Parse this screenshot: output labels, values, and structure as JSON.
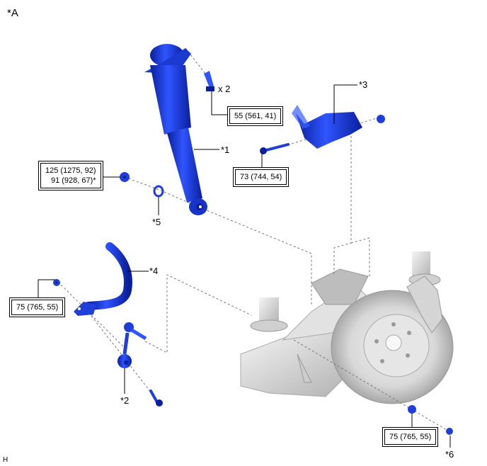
{
  "figure_label": "*A",
  "footer_code": "H",
  "colors": {
    "part_blue": "#1f3fd8",
    "part_dark": "#0a1f9c",
    "line": "#000000",
    "dash": "#777777",
    "assembly_gray": "#c8c8c8"
  },
  "callouts": {
    "p1": "*1",
    "p2": "*2",
    "p3": "*3",
    "p4": "*4",
    "p5": "*5",
    "p6": "*6",
    "qty_bolt": "x 2"
  },
  "torques": {
    "upper_bolt": "55 (561, 41)",
    "bracket_bolt": "73 (744, 54)",
    "lower_nut_line1": "125 (1275, 92)",
    "lower_nut_line2": "91 (928, 67)*",
    "stab_nut_upper": "75 (765, 55)",
    "stab_nut_lower": "75 (765, 55)"
  }
}
